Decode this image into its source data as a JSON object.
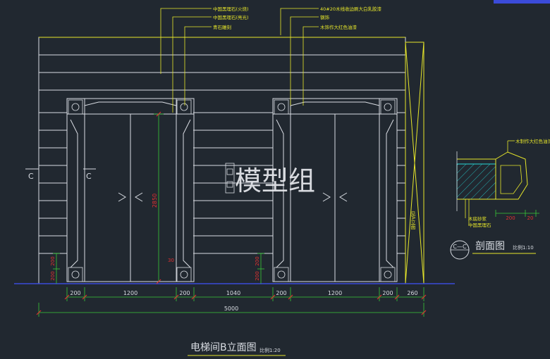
{
  "drawing": {
    "title": "电梯间B立面图",
    "scale": "比例1:20",
    "watermark": "模型组",
    "section_mark_left": "C",
    "section_mark_right": "C",
    "side_label": "见A立面",
    "colors": {
      "background": "#212830",
      "line_white": "#d9dde3",
      "line_yellow": "#e6e62a",
      "dim_red": "#e03030",
      "blue": "#3b4bd9",
      "green": "#38c838",
      "cyan": "#26d6d6"
    }
  },
  "annotations": {
    "top_left": [
      "中国黑理石(火烧)",
      "中国黑理石(亮光)",
      "青石雕刻"
    ],
    "top_right": [
      "40#20木线收边刷大白乳胶漆",
      "钢饰",
      "木饰作大红色油漆"
    ]
  },
  "dimensions": {
    "bottom_segments": [
      "200",
      "1200",
      "200",
      "1040",
      "200",
      "1200",
      "200",
      "260"
    ],
    "total": "5000",
    "door_height": "2850",
    "left_heights": [
      "200",
      "200"
    ],
    "mid_heights": [
      "200",
      "200"
    ],
    "mid_small": "30"
  },
  "section": {
    "title": "剖面图",
    "scale": "比例1:10",
    "symbol": "C—C",
    "labels": [
      "木制作大红色油漆",
      "木底砂浆",
      "中国黑理石"
    ],
    "dims": [
      "200",
      "20"
    ]
  }
}
